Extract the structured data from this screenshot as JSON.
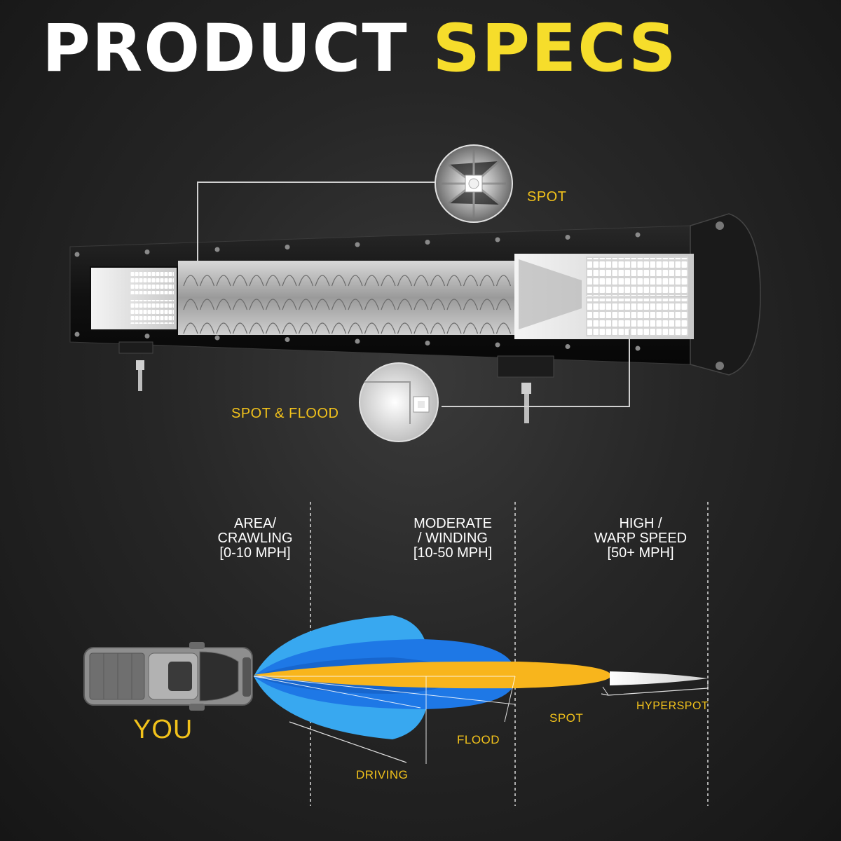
{
  "header": {
    "title_part1": "PRODUCT",
    "title_part2": "SPECS"
  },
  "callouts": {
    "spot": "SPOT",
    "spot_flood": "SPOT & FLOOD"
  },
  "zones": [
    {
      "line1": "AREA/",
      "line2": "CRAWLING",
      "line3": "[0-10 MPH]"
    },
    {
      "line1": "MODERATE",
      "line2": "/ WINDING",
      "line3": "[10-50 MPH]"
    },
    {
      "line1": "HIGH /",
      "line2": "WARP SPEED",
      "line3": "[50+ MPH]"
    }
  ],
  "vehicle": {
    "label": "YOU"
  },
  "beams": {
    "hyperspot": "HYPERSPOT",
    "spot": "SPOT",
    "flood": "FLOOD",
    "driving": "DRIVING"
  },
  "colors": {
    "accent_yellow": "#f6dd2b",
    "label_yellow": "#f2c21b",
    "flood_blue": "#1e78e6",
    "driving_blue": "#38a8f0",
    "spot_yellow": "#f8b51c"
  }
}
